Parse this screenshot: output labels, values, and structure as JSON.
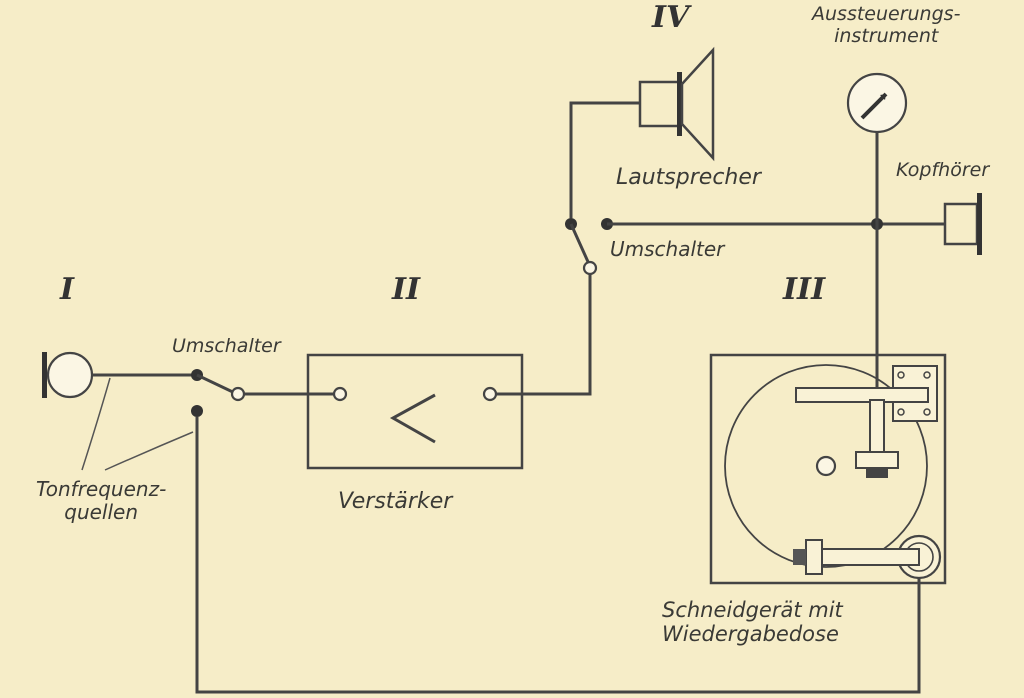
{
  "roman_numerals": {
    "one": "I",
    "two": "II",
    "three": "III",
    "four": "IV"
  },
  "labels": {
    "sources": "Tonfrequenz-\nquellen",
    "switch_input": "Umschalter",
    "amplifier": "Verstärker",
    "switch_output": "Umschalter",
    "loudspeaker": "Lautsprecher",
    "level_meter": "Aussteuerungs-\ninstrument",
    "headphones": "Kopfhörer",
    "cutter": "Schneidgerät mit\nWiedergabedose"
  },
  "amplifier_symbol": "<"
}
